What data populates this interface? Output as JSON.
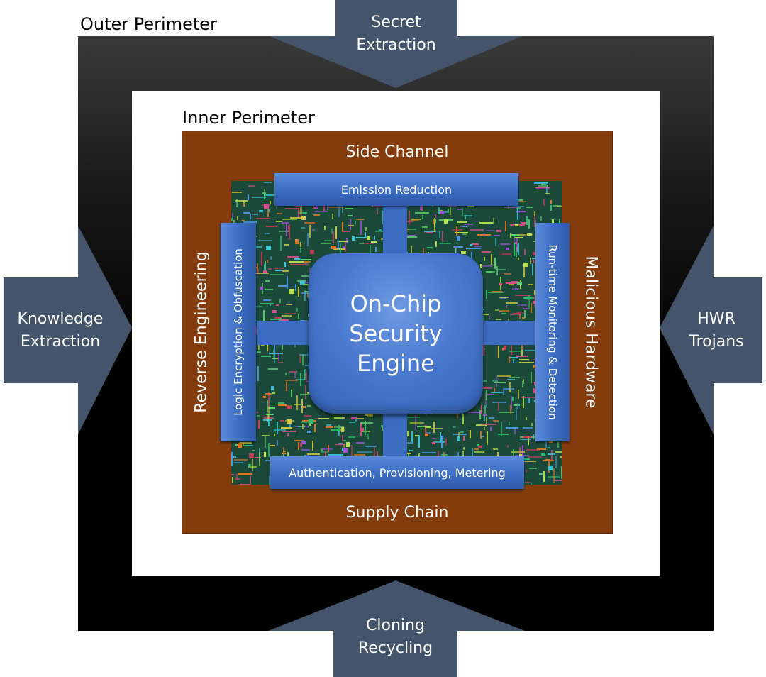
{
  "perimeters": {
    "outer_label": "Outer Perimeter",
    "inner_label": "Inner Perimeter"
  },
  "threats": {
    "top": "Secret\nExtraction",
    "left": "Knowledge\nExtraction",
    "right": "HWR\nTrojans",
    "bottom": "Cloning\nRecycling"
  },
  "attack_surfaces": {
    "top": "Side Channel",
    "bottom": "Supply Chain",
    "left": "Reverse Engineering",
    "right": "Malicious Hardware"
  },
  "countermeasures": {
    "top": "Emission Reduction",
    "bottom": "Authentication, Provisioning, Metering",
    "left": "Logic Encryption & Obfuscation",
    "right": "Run-time Monitoring & Detection"
  },
  "engine": {
    "label": "On-Chip\nSecurity\nEngine"
  },
  "colors": {
    "brown": "#843c0c",
    "arrow": "#44546a",
    "ribbon": "#3c6cc0",
    "engine": "#4a7ad0"
  },
  "chip_image": "circuit-die-image"
}
